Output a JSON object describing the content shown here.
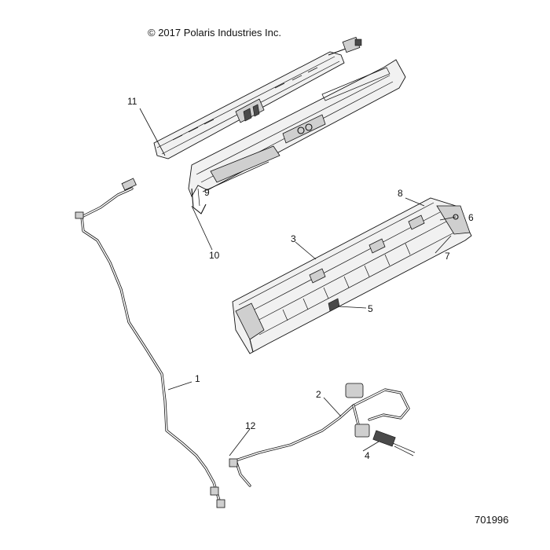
{
  "header": {
    "copyright": "© 2017 Polaris Industries Inc."
  },
  "footer": {
    "document_number": "701996"
  },
  "callouts": {
    "c1": "1",
    "c2": "2",
    "c3": "3",
    "c4": "4",
    "c5": "5",
    "c6": "6",
    "c7": "7",
    "c8": "8",
    "c9": "9",
    "c10": "10",
    "c11": "11",
    "c12": "12"
  }
}
